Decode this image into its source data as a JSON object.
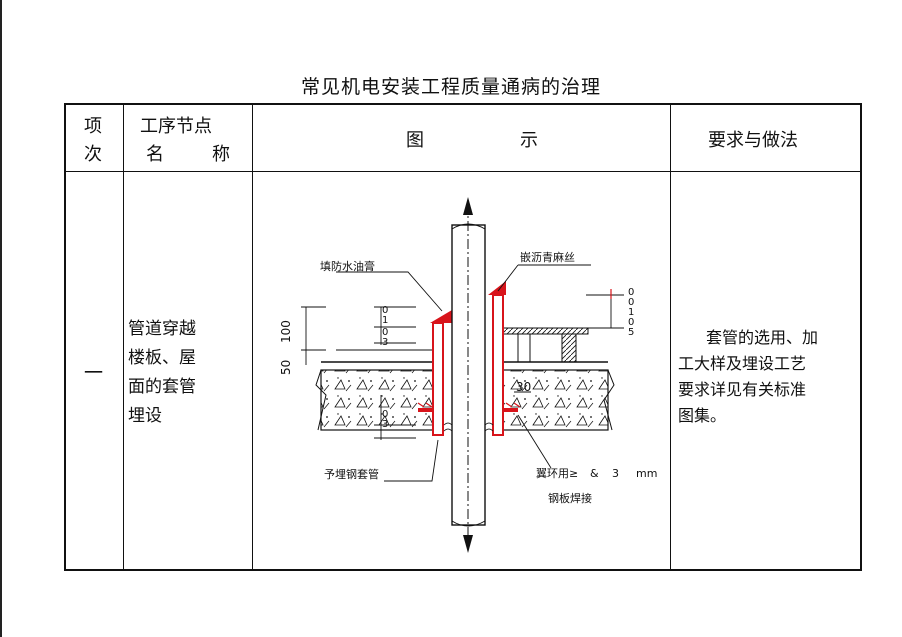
{
  "title": "常见机电安装工程质量通病的治理",
  "header": {
    "col1": [
      "项",
      "次"
    ],
    "col2": [
      "工序节点",
      "名",
      "称"
    ],
    "col3": [
      "图",
      "示"
    ],
    "col4": "要求与做法"
  },
  "row": {
    "index": "一",
    "process_lines": [
      "管道穿越",
      "楼板、屋",
      "面的套管",
      "埋设"
    ],
    "requirement_lines": [
      "套管的选用、加",
      "工大样及埋设工艺",
      "要求详见有关标准",
      "图集。"
    ]
  },
  "drawing": {
    "label_fill_grease": "填防水油膏",
    "label_caulk": "嵌沥青麻丝",
    "label_sleeve": "予埋钢套管",
    "label_ring_1": "翼环用≥",
    "label_ring_amp": "&",
    "label_ring_num": "3",
    "label_ring_unit": "mm",
    "label_ring_2": "钢板焊接",
    "dim_50": "50",
    "dim_100": "100",
    "dim_30": "30",
    "dim_left_a": "0",
    "dim_left_b": "1",
    "dim_left_c": "0",
    "dim_left_d": "3",
    "dim_lower_a": "0",
    "dim_lower_b": "3",
    "dim_right_a": "0",
    "dim_right_b": "0",
    "dim_right_c": "1",
    "dim_right_d": "0",
    "dim_right_e": "5"
  },
  "colors": {
    "accent_red": "#d8141b",
    "line": "#111111"
  }
}
